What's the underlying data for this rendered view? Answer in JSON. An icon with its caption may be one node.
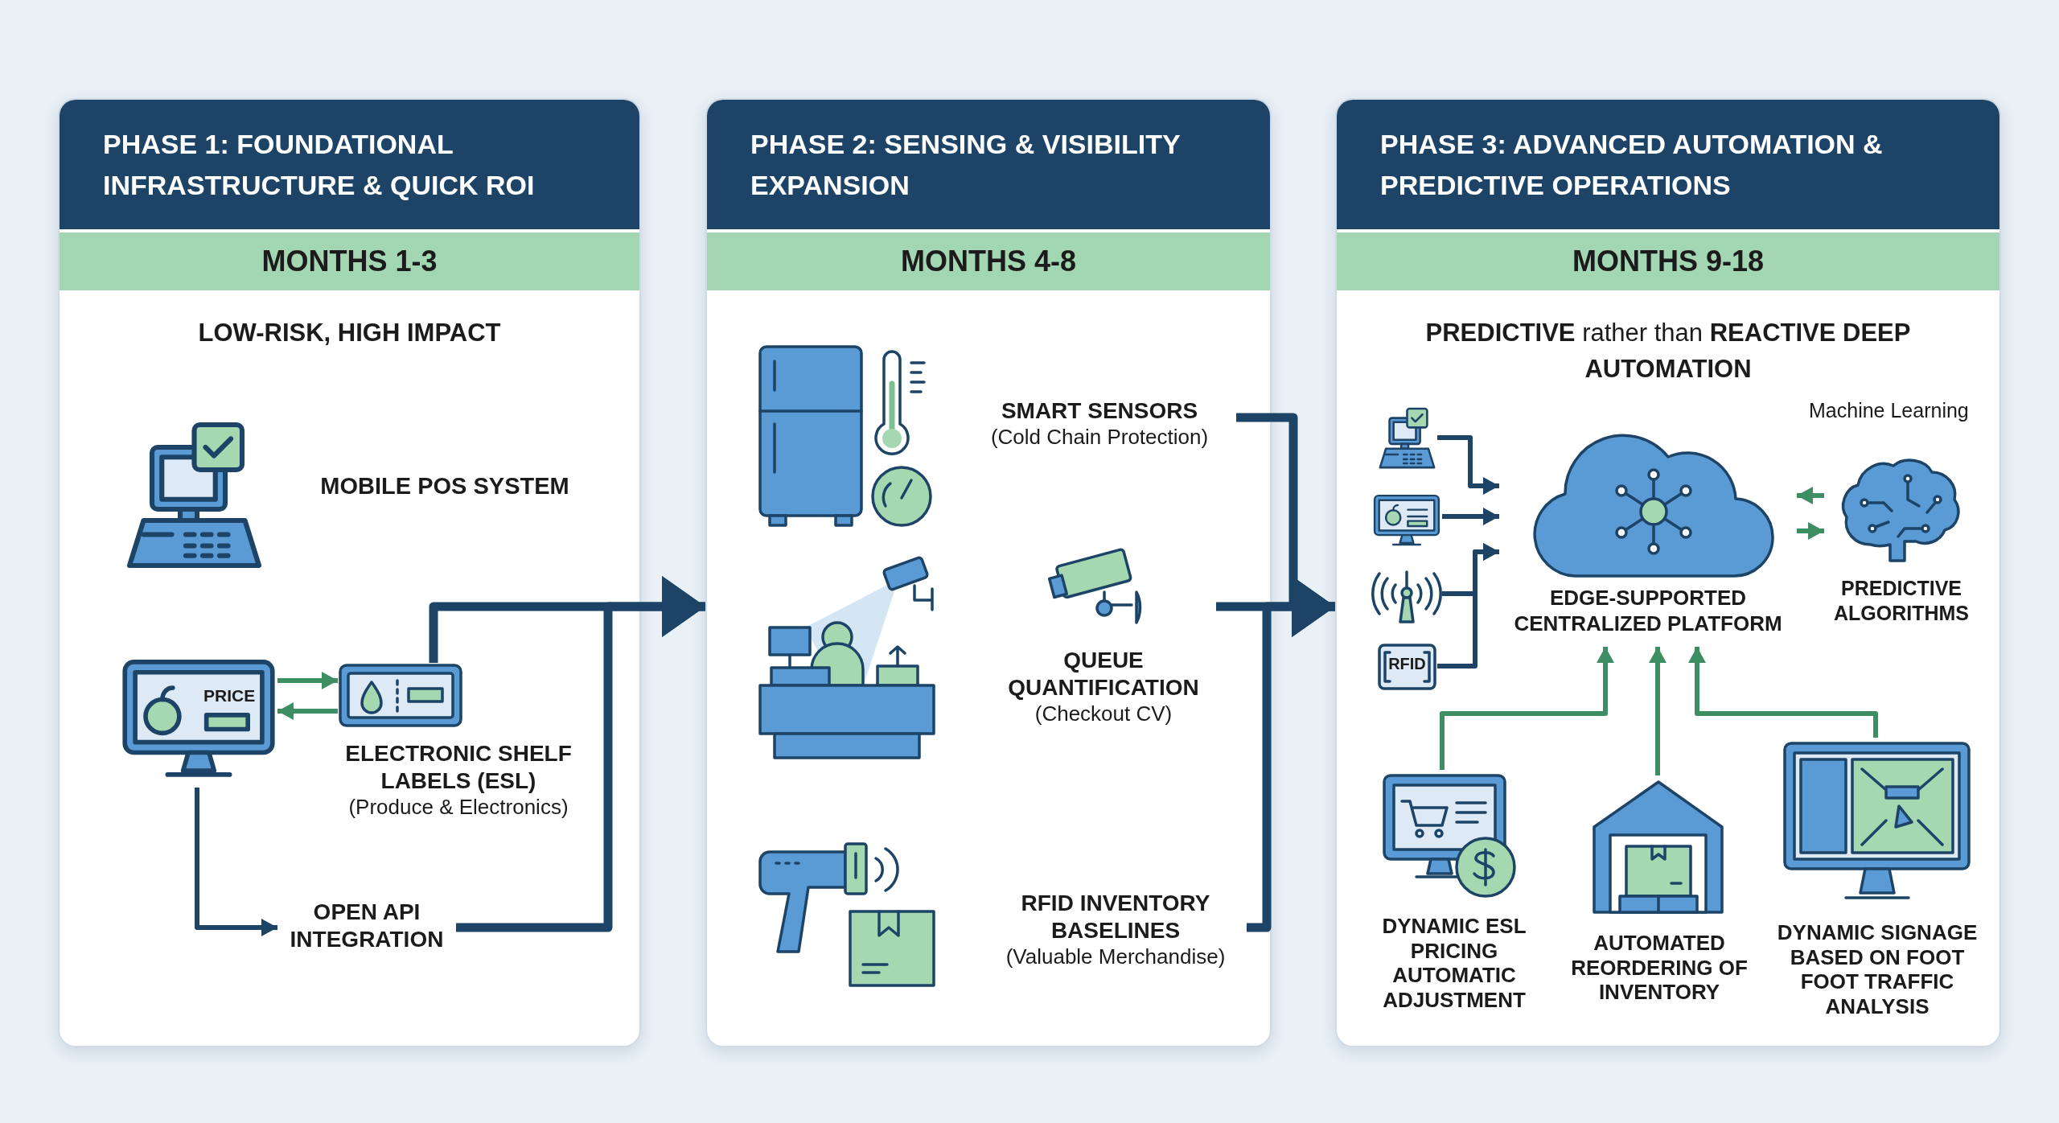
{
  "diagram": {
    "nodes": [
      {
        "text": [
          "PHASE 1: FOUNDATIONAL INFRASTRUCTURE & QUICK ROI",
          "MONTHS 1-3",
          "LOW-RISK, HIGH IMPACT"
        ]
      },
      {
        "text": [
          "MOBILE POS SYSTEM"
        ],
        "in": 0
      },
      {
        "text": [
          "PRICE"
        ],
        "in": 0
      },
      {
        "text": [
          "ELECTRONIC SHELF LABELS (ESL)",
          "(Produce & Electronics)"
        ],
        "in": 0
      },
      {
        "text": [
          "OPEN API INTEGRATION"
        ],
        "in": 0
      },
      {
        "text": [
          "PHASE 2: SENSING & VISIBILITY EXPANSION",
          "MONTHS 4-8"
        ]
      },
      {
        "text": [
          "SMART SENSORS",
          "(Cold Chain Protection)"
        ],
        "in": 5
      },
      {
        "text": [
          "QUEUE QUANTIFICATION",
          "(Checkout CV)"
        ],
        "in": 5
      },
      {
        "text": [
          "RFID INVENTORY BASELINES",
          "(Valuable Merchandise)"
        ],
        "in": 5
      },
      {
        "text": [
          "PHASE 3: ADVANCED AUTOMATION & PREDICTIVE OPERATIONS",
          "MONTHS 9-18",
          "**PREDICTIVE** rather than **REACTIVE DEEP AUTOMATION**"
        ]
      },
      {
        "text": [],
        "shape": "picture",
        "in": 9
      },
      {
        "text": [],
        "shape": "picture",
        "in": 9
      },
      {
        "text": [],
        "shape": "picture",
        "in": 9
      },
      {
        "text": [
          "RFID"
        ],
        "in": 9
      },
      {
        "text": [
          "EDGE-SUPPORTED CENTRALIZED PLATFORM"
        ],
        "in": 9
      },
      {
        "text": [
          "PREDICTIVE ALGORITHMS"
        ],
        "in": 9
      },
      {
        "text": [
          "DYNAMIC ESL PRICING AUTOMATIC ADJUSTMENT"
        ],
        "in": 9
      },
      {
        "text": [
          "AUTOMATED REORDERING OF INVENTORY"
        ],
        "in": 9
      },
      {
        "text": [
          "DYNAMIC SIGNAGE BASED ON FOOT FOOT TRAFFIC ANALYSIS"
        ],
        "in": 9
      }
    ],
    "edges": [
      {
        "from": 2,
        "to": 3,
        "arrow": "to",
        "color": "#3d8f63"
      },
      {
        "from": 3,
        "to": 2,
        "arrow": "to",
        "color": "#3d8f63"
      },
      {
        "from": 2,
        "to": 4,
        "arrow": "to"
      },
      {
        "from": 3,
        "to": 5,
        "arrow": "to",
        "style": "thick"
      },
      {
        "from": 4,
        "to": 5,
        "arrow": "to",
        "style": "thick"
      },
      {
        "from": 6,
        "to": 9,
        "arrow": "to",
        "style": "thick"
      },
      {
        "from": 7,
        "to": 9,
        "arrow": "to",
        "style": "thick"
      },
      {
        "from": 8,
        "to": 9,
        "arrow": "to",
        "style": "thick"
      },
      {
        "from": 10,
        "to": 14,
        "arrow": "to"
      },
      {
        "from": 11,
        "to": 14,
        "arrow": "to"
      },
      {
        "from": 12,
        "to": 14,
        "arrow": "to"
      },
      {
        "from": 13,
        "to": 14,
        "arrow": "to"
      },
      {
        "from": 15,
        "to": 14,
        "arrow": "to",
        "color": "#3d8f63"
      },
      {
        "from": 14,
        "to": 15,
        "arrow": "to",
        "color": "#3d8f63"
      },
      {
        "from": 16,
        "to": 14,
        "arrow": "to",
        "color": "#3d8f63"
      },
      {
        "from": 17,
        "to": 14,
        "arrow": "to",
        "color": "#3d8f63"
      },
      {
        "from": 18,
        "to": 14,
        "arrow": "to",
        "color": "#3d8f63"
      }
    ],
    "labels": [
      "Machine Learning"
    ]
  }
}
